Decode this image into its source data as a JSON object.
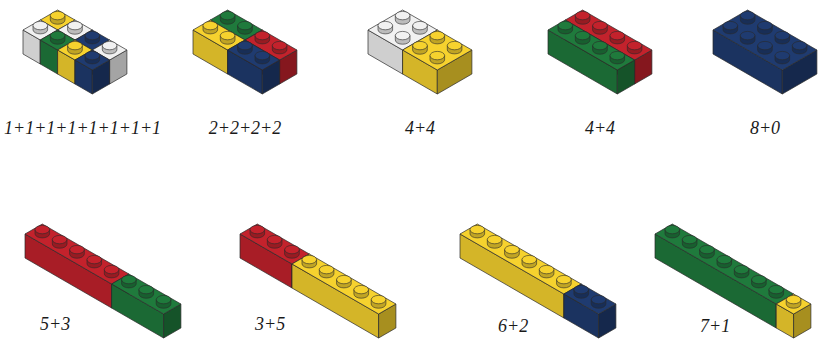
{
  "diagram": {
    "labels": [
      "1+1+1+1+1+1+1+1",
      "2+2+2+2",
      "4+4",
      "4+4",
      "8+0",
      "5+3",
      "3+5",
      "6+2",
      "7+1"
    ]
  }
}
